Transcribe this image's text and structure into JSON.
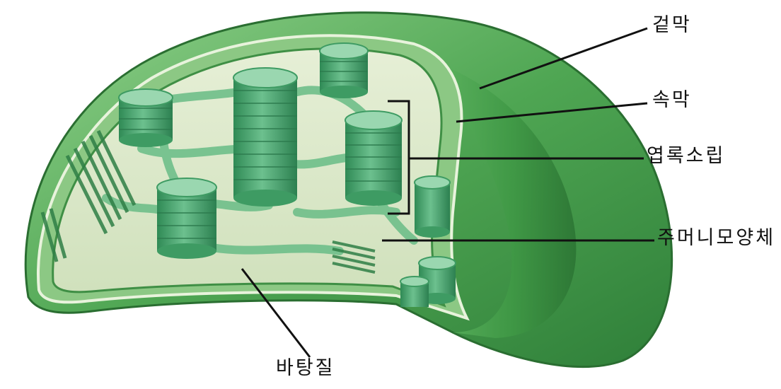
{
  "labels": {
    "outer_membrane": "겉막",
    "inner_membrane": "속막",
    "chlorophyll_granum": "엽록소립",
    "thylakoid": "주머니모양체",
    "stroma": "바탕질"
  },
  "colors": {
    "outer_green": "#3f9b48",
    "outer_light": "#7cc779",
    "inner_green": "#5fb062",
    "stroma_fill": "#d7e6c4",
    "granum_top": "#8fd0a6",
    "granum_side": "#3e9b63",
    "lamella": "#6fbf8a",
    "leader": "#111111"
  }
}
